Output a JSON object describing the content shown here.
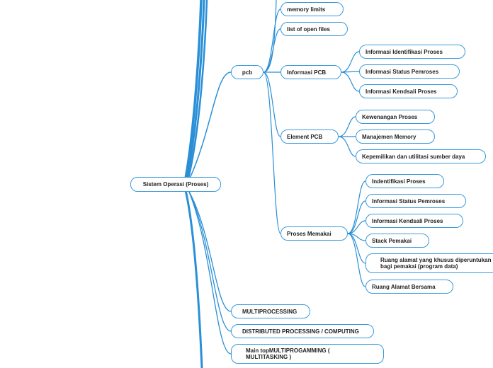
{
  "map": {
    "root": "Sistem Operasi (Proses)",
    "pcb": "pcb",
    "memory_limits": "memory limits",
    "open_files": "list of open files",
    "informasi_pcb": {
      "label": "Informasi PCB",
      "children": [
        "Informasi Identifikasi Proses",
        "Informasi Status Pemroses",
        "Informasi Kendsali Proses"
      ]
    },
    "element_pcb": {
      "label": "Element PCB",
      "children": [
        "Kewenangan Proses",
        "Manajemen Memory",
        "Kepemilikan dan utilitasi sumber daya"
      ]
    },
    "proses_memakai": {
      "label": "Proses Memakai",
      "children": [
        "Indentifikasi Proses",
        "Informasi Status Pemroses",
        "Informasi Kendsali Proses",
        "Stack Pemakai",
        "Ruang alamat yang khusus diperuntukan bagi pemakai (program data)",
        "Ruang Alamat Bersama"
      ]
    },
    "multiprocessing": "MULTIPROCESSING",
    "distributed": "DISTRIBUTED PROCESSING / COMPUTING",
    "multitasking": "Main topMULTIPROGAMMING ( MULTITASKING )"
  },
  "colors": {
    "line": "#2a8fd6",
    "border": "#3b9ad9"
  }
}
